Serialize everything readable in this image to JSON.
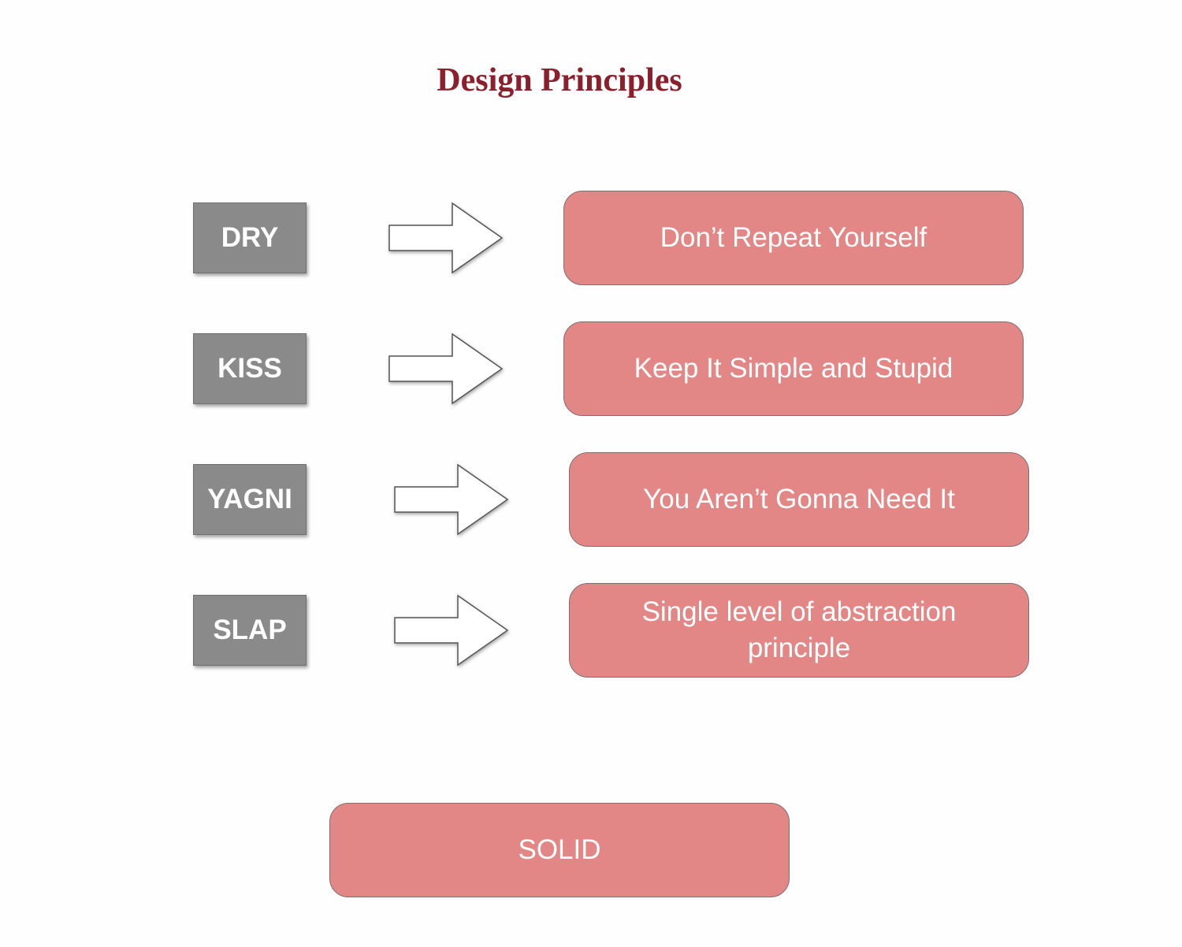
{
  "title": "Design Principles",
  "colors": {
    "title": "#8b1f2c",
    "acronym_box": "#8a8a8a",
    "meaning_box": "#e38786",
    "text_on_box": "#ffffff"
  },
  "principles": [
    {
      "acronym": "DRY",
      "meaning": "Don’t Repeat Yourself"
    },
    {
      "acronym": "KISS",
      "meaning": "Keep It Simple and Stupid"
    },
    {
      "acronym": "YAGNI",
      "meaning": "You Aren’t Gonna Need It"
    },
    {
      "acronym": "SLAP",
      "meaning": "Single level of abstraction principle"
    }
  ],
  "footer_box": {
    "label": "SOLID"
  }
}
